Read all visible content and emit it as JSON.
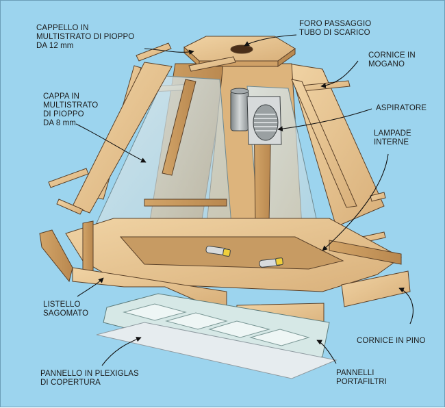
{
  "labels": {
    "cappello": "CAPPELLO IN\nMULTISTRATO DI PIOPPO\nDA 12 mm",
    "foro": "FORO PASSAGGIO\nTUBO DI SCARICO",
    "cornice_mogano": "CORNICE IN\nMOGANO",
    "cappa": "CAPPA IN\nMULTISTRATO\nDI PIOPPO\nDA 8 mm",
    "aspiratore": "ASPIRATORE",
    "lampade": "LAMPADE\nINTERNE",
    "listello": "LISTELLO\nSAGOMATO",
    "cornice_pino": "CORNICE IN PINO",
    "plexiglas": "PANNELLO IN PLEXIGLAS\nDI COPERTURA",
    "portafiltri": "PANNELLI\nPORTAFILTRI"
  },
  "colors": {
    "background": "#9cd4ee",
    "wood": "#e8c794",
    "wood_dark": "#c89a5e",
    "outline": "#5a4028",
    "plexiglas": "#e6ecef",
    "filter": "#cfe3e0"
  }
}
